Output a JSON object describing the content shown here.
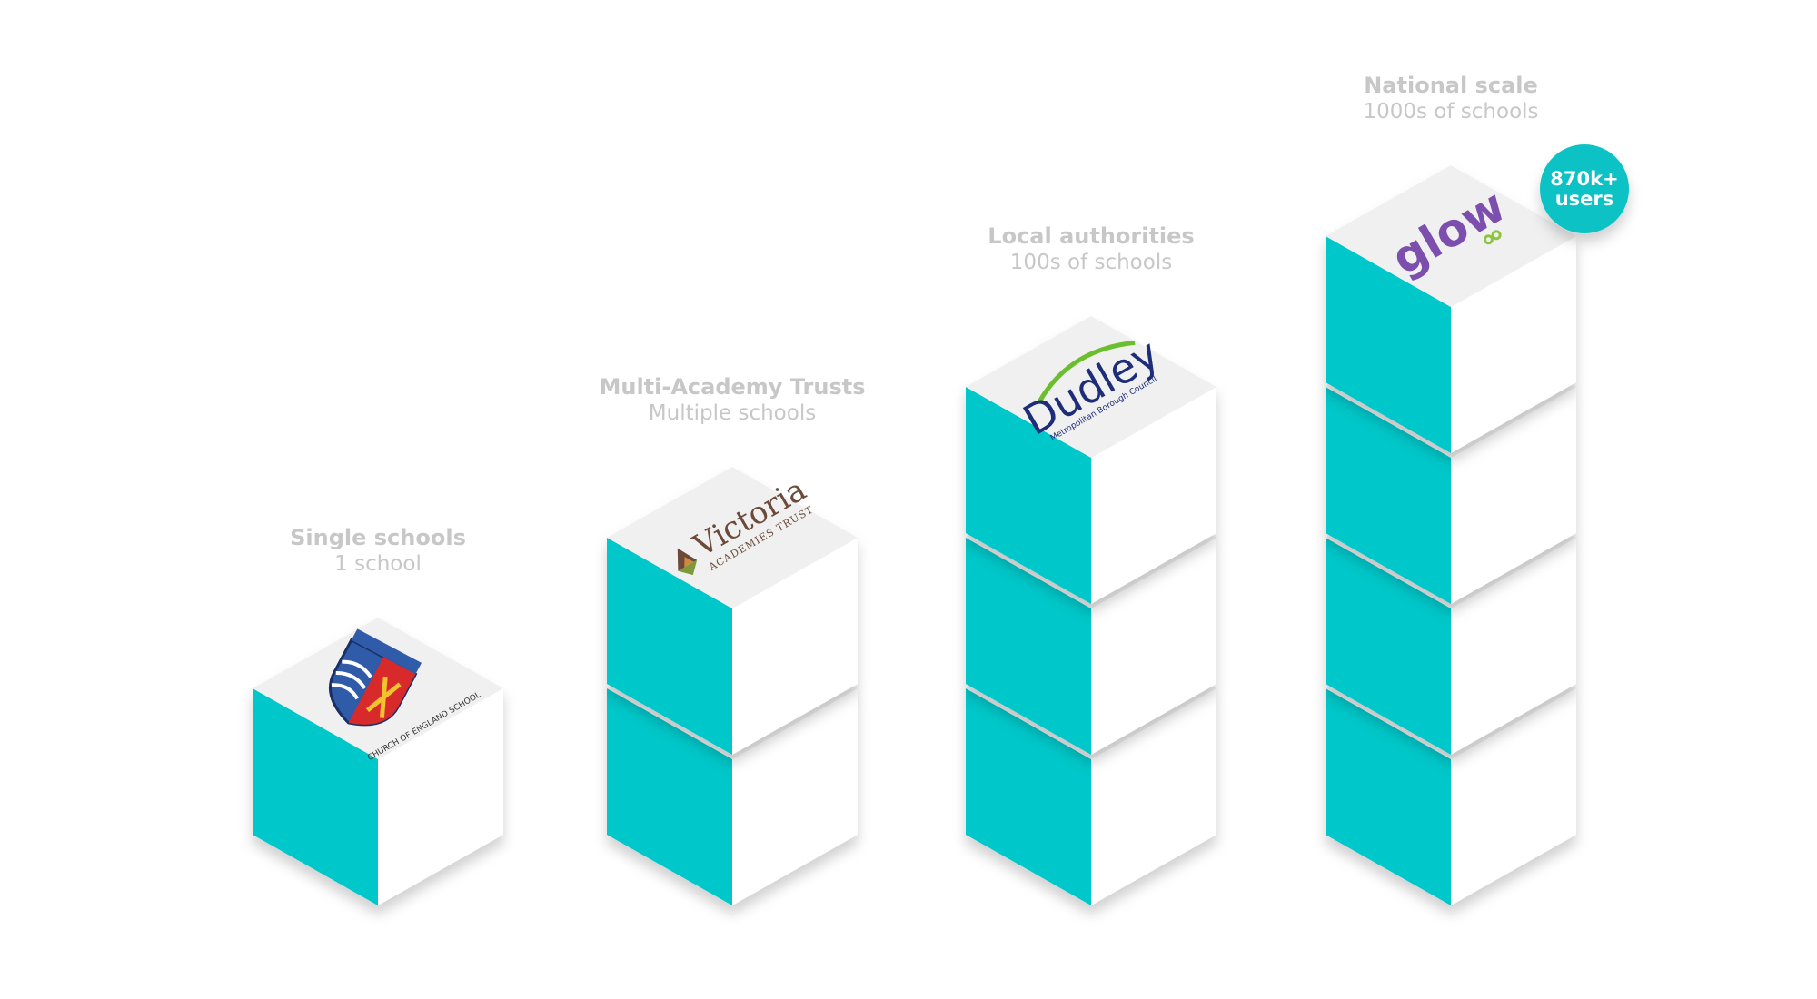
{
  "colors": {
    "teal": "#04C7C9",
    "cube_right": "#FFFFFF",
    "cube_top": "#F0F0F0",
    "caption": "#C7C7C7",
    "badge": "#0BC2C4",
    "badge_text": "#FFFFFF",
    "glow_purple": "#7C4EAE",
    "glow_green": "#8CC63F",
    "dudley_blue": "#1E2D78",
    "dudley_green": "#6BBE2E",
    "victoria_text": "#6B4A3A",
    "crest_red": "#D82A2A",
    "crest_blue": "#2F5BA8",
    "crest_gold": "#F2C230"
  },
  "stacks": [
    {
      "id": "single",
      "title": "Single schools",
      "subtitle": "1 school",
      "cubes": 1,
      "logo": {
        "kind": "crest",
        "icon": "church-school-crest-icon",
        "text": "CHURCH OF ENGLAND SCHOOL"
      }
    },
    {
      "id": "mat",
      "title": "Multi-Academy Trusts",
      "subtitle": "Multiple schools",
      "cubes": 2,
      "logo": {
        "kind": "victoria",
        "icon": "victoria-academies-logo-icon",
        "text": "Victoria",
        "subtext": "ACADEMIES TRUST"
      }
    },
    {
      "id": "la",
      "title": "Local authorities",
      "subtitle": "100s of schools",
      "cubes": 3,
      "logo": {
        "kind": "dudley",
        "icon": "dudley-council-logo-icon",
        "text": "Dudley",
        "subtext": "Metropolitan Borough Council"
      }
    },
    {
      "id": "national",
      "title": "National scale",
      "subtitle": "1000s of schools",
      "cubes": 4,
      "logo": {
        "kind": "glow",
        "icon": "glow-logo-icon",
        "text": "glow"
      },
      "badge": {
        "line1": "870k+",
        "line2": "users"
      }
    }
  ]
}
